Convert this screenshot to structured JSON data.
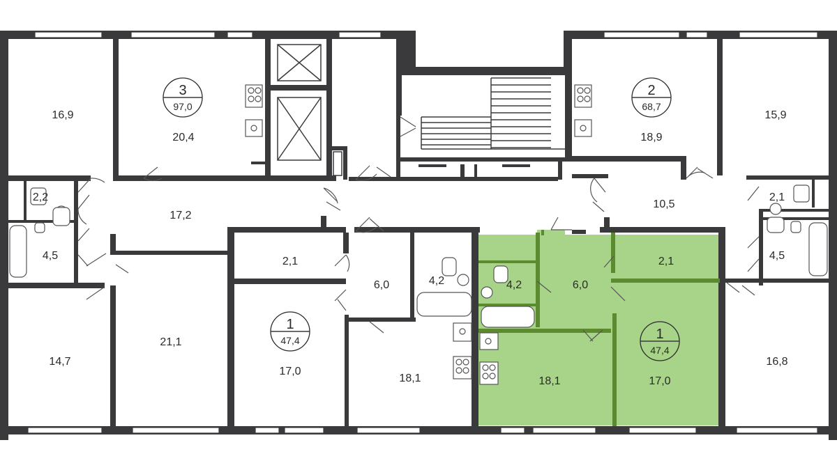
{
  "plan": {
    "highlight_color": "#a8d48a",
    "wall_color": "#3a3a3c",
    "apartments": [
      {
        "id": "apt-3",
        "rooms": "3",
        "total": "97,0"
      },
      {
        "id": "apt-2",
        "rooms": "2",
        "total": "68,7"
      },
      {
        "id": "apt-1-left",
        "rooms": "1",
        "total": "47,4"
      },
      {
        "id": "apt-1-right",
        "rooms": "1",
        "total": "47,4",
        "highlighted": true
      }
    ],
    "rooms": {
      "r169": "16,9",
      "r204": "20,4",
      "r22": "2,2",
      "r172": "17,2",
      "r45l": "4,5",
      "r147": "14,7",
      "r211": "21,1",
      "r21a": "2,1",
      "r170a": "17,0",
      "r60a": "6,0",
      "r42a": "4,2",
      "r181a": "18,1",
      "r42b": "4,2",
      "r60b": "6,0",
      "r21b": "2,1",
      "r181b": "18,1",
      "r170b": "17,0",
      "r189": "18,9",
      "r159": "15,9",
      "r105": "10,5",
      "r21c": "2,1",
      "r45r": "4,5",
      "r168": "16,8"
    }
  }
}
